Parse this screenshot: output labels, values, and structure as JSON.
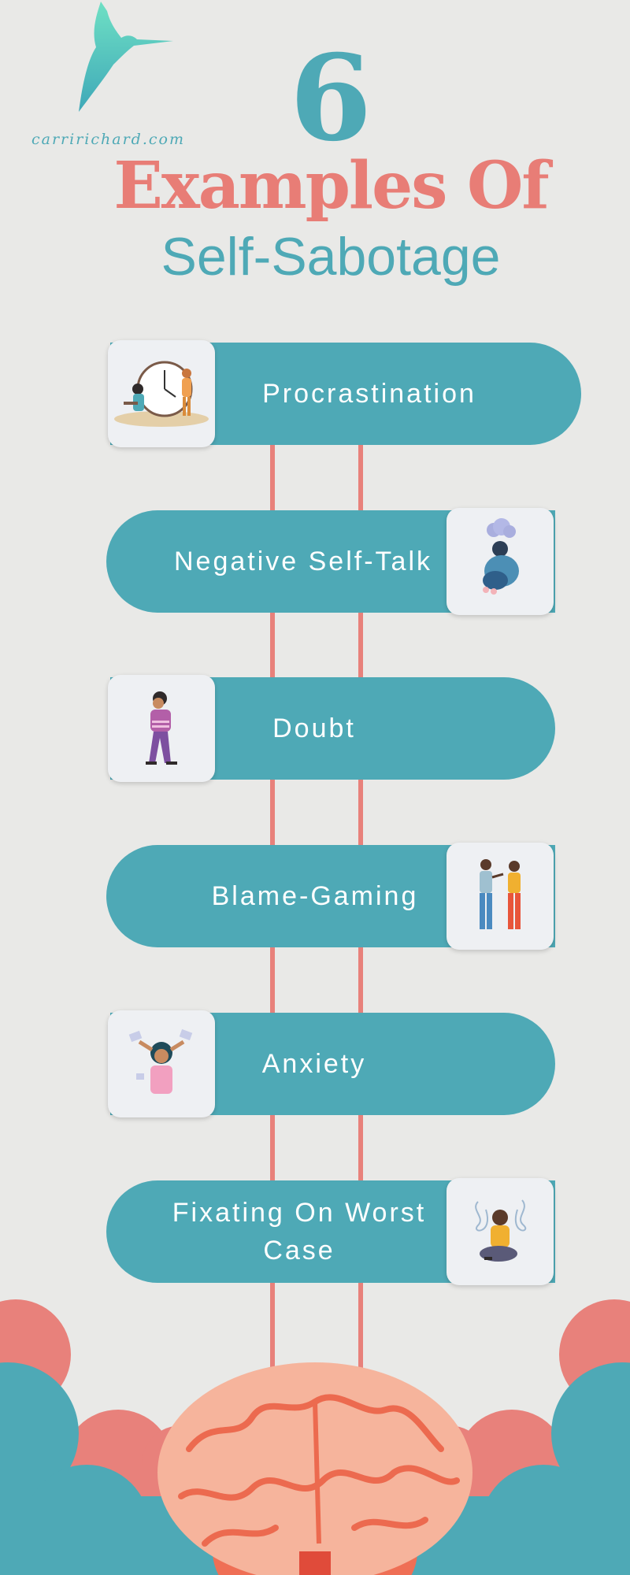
{
  "logo": {
    "text": "carririchard.com",
    "icon": "hummingbird-icon"
  },
  "title": {
    "number": "6",
    "main": "Examples Of",
    "sub": "Self-Sabotage"
  },
  "items": [
    {
      "label": "Procrastination",
      "icon": "clock-people-illustration"
    },
    {
      "label": "Negative Self-Talk",
      "icon": "sad-person-cloud-illustration"
    },
    {
      "label": "Doubt",
      "icon": "thinking-person-illustration"
    },
    {
      "label": "Blame-Gaming",
      "icon": "arguing-couple-illustration"
    },
    {
      "label": "Anxiety",
      "icon": "stressed-woman-illustration"
    },
    {
      "label": "Fixating On Worst Case",
      "icon": "worried-person-illustration"
    }
  ],
  "colors": {
    "teal": "#4ea9b6",
    "coral": "#e87d76",
    "background": "#e9e9e7",
    "brain": "#f4a98a"
  }
}
